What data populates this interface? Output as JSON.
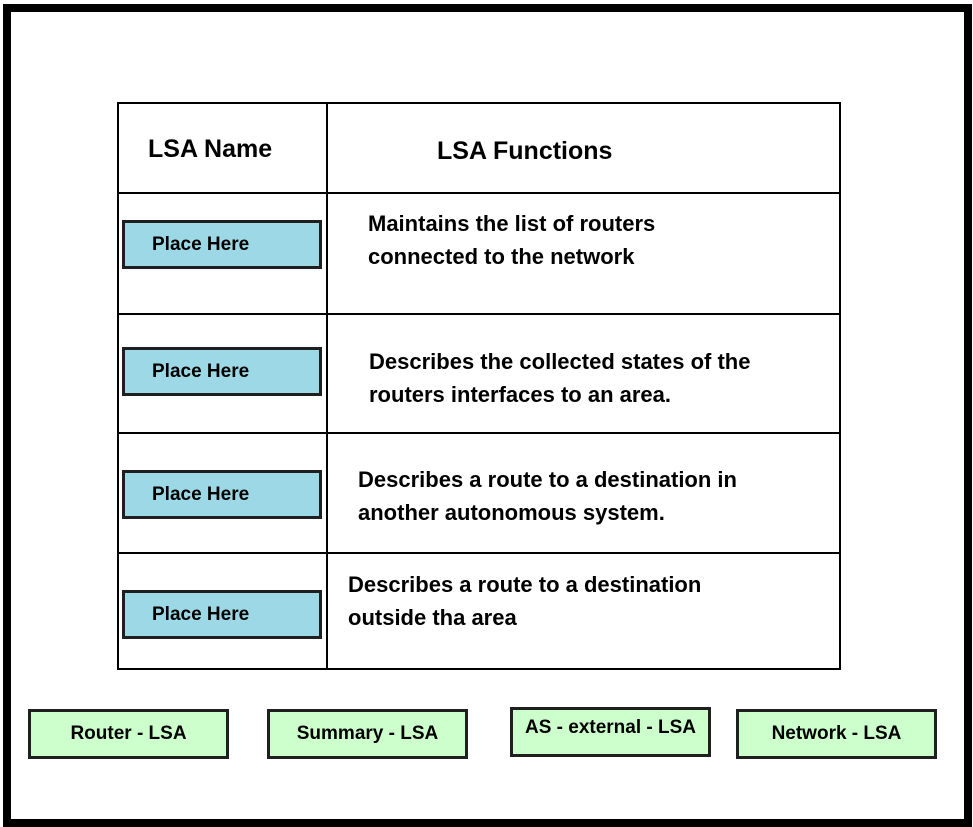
{
  "table": {
    "header_name": "LSA Name",
    "header_functions": "LSA Functions",
    "rows": [
      {
        "slot_label": "Place Here",
        "line1": "Maintains the list of routers",
        "line2": "connected to the network"
      },
      {
        "slot_label": "Place Here",
        "line1": "Describes the collected states of the",
        "line2": "routers interfaces to an area."
      },
      {
        "slot_label": "Place Here",
        "line1": "Describes a route to a destination in",
        "line2": "another autonomous system."
      },
      {
        "slot_label": "Place Here",
        "line1": "Describes a route to a destination",
        "line2": "outside tha area"
      }
    ]
  },
  "options": [
    {
      "label": "Router - LSA"
    },
    {
      "label": "Summary - LSA"
    },
    {
      "label": "AS - external - LSA"
    },
    {
      "label": "Network - LSA"
    }
  ],
  "colors": {
    "slot_fill": "#9dd8e6",
    "option_fill": "#ccffcc",
    "border": "#000000"
  }
}
